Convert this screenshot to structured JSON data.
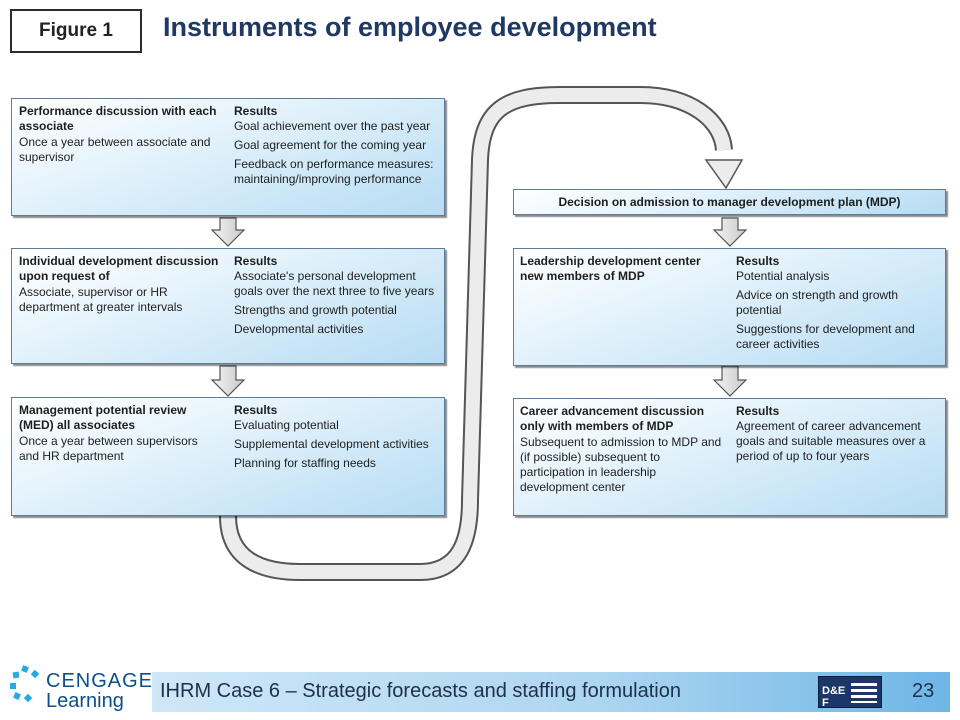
{
  "figure_label": "Figure 1",
  "title": "Instruments of employee development",
  "left_column": [
    {
      "heading": "Performance discussion with each associate",
      "subtext": "Once a year between associate and supervisor",
      "results_label": "Results",
      "results": [
        "Goal achievement over the past year",
        "Goal agreement for the coming year",
        "Feedback on performance measures: maintaining/improving performance"
      ]
    },
    {
      "heading": "Individual development discussion upon request of",
      "subtext": "Associate, supervisor or HR department at greater intervals",
      "results_label": "Results",
      "results": [
        "Associate's personal development goals over the next three to five years",
        "Strengths and growth potential",
        "Developmental activities"
      ]
    },
    {
      "heading": "Management potential review (MED) all associates",
      "subtext": "Once a year between supervisors and HR department",
      "results_label": "Results",
      "results": [
        "Evaluating potential",
        "Supplemental development activities",
        "Planning for staffing needs"
      ]
    }
  ],
  "mdp_decision": "Decision on admission to manager development plan (MDP)",
  "right_column": [
    {
      "heading": "Leadership development center new members of MDP",
      "subtext": "",
      "results_label": "Results",
      "results": [
        "Potential analysis",
        "Advice on strength and growth potential",
        "Suggestions for development and career activities"
      ]
    },
    {
      "heading": "Career advancement discussion only with members of MDP",
      "subtext": "Subsequent to admission to MDP and (if possible) subsequent to participation in leadership development center",
      "results_label": "Results",
      "results": [
        "Agreement of career advancement goals and suitable measures over a period of up to four years"
      ]
    }
  ],
  "footer": {
    "logo_line1": "CENGAGE",
    "logo_line2": "Learning",
    "text": "IHRM Case 6 – Strategic forecasts and staffing formulation",
    "page": "23",
    "badge": "D&E F"
  },
  "colors": {
    "title": "#1f3864",
    "box_edge": "#5b7d99",
    "box_fill": "#b6dcf3",
    "footer": "#aed6f1"
  }
}
